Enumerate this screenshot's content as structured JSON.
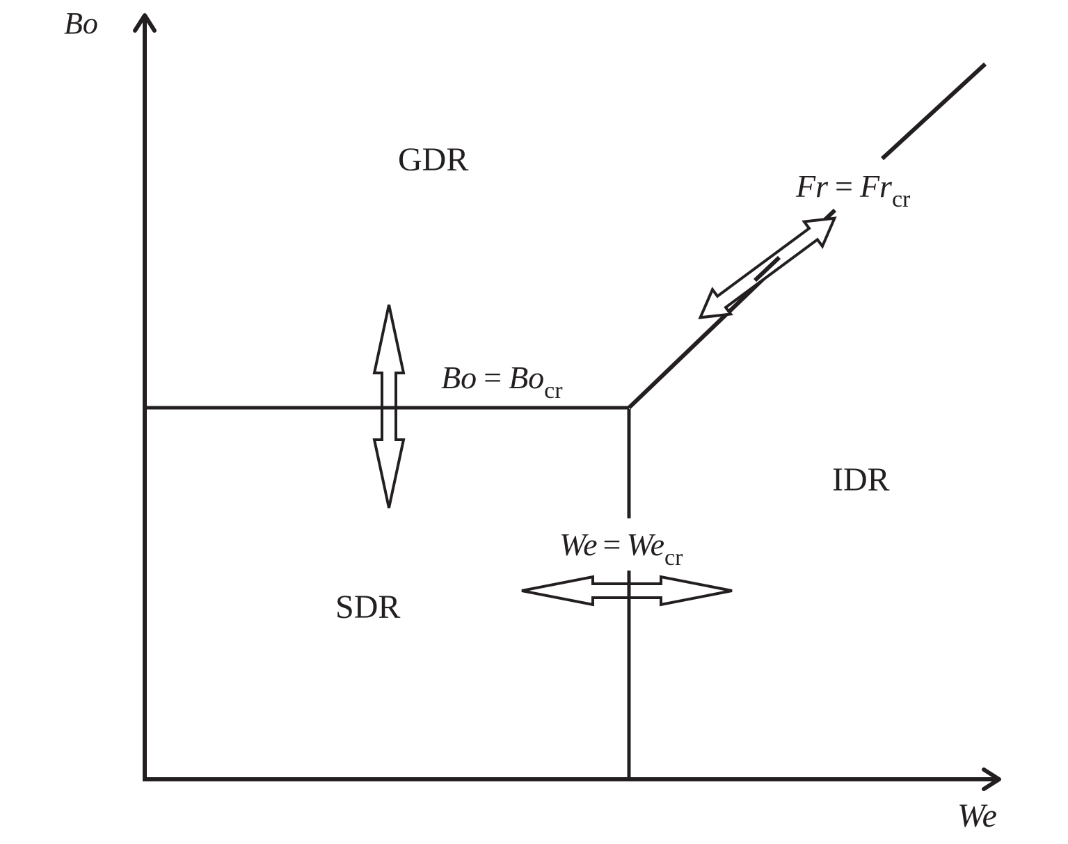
{
  "diagram": {
    "type": "regime-map",
    "colors": {
      "line": "#231f20",
      "background": "#ffffff"
    },
    "axes": {
      "x_label": "We",
      "y_label": "Bo"
    },
    "regions": [
      {
        "id": "gdr",
        "label": "GDR"
      },
      {
        "id": "idr",
        "label": "IDR"
      },
      {
        "id": "sdr",
        "label": "SDR"
      }
    ],
    "boundaries": {
      "bo": {
        "lhs": "Bo",
        "eq": "=",
        "rhs": "Bo",
        "sub": "cr"
      },
      "we": {
        "lhs": "We",
        "eq": "=",
        "rhs": "We",
        "sub": "cr"
      },
      "fr": {
        "lhs": "Fr",
        "eq": "=",
        "rhs": "Fr",
        "sub": "cr"
      }
    },
    "transition_arrows": [
      {
        "id": "bo-arrow",
        "direction": "vertical",
        "between": [
          "GDR",
          "SDR"
        ]
      },
      {
        "id": "we-arrow",
        "direction": "horizontal",
        "between": [
          "SDR",
          "IDR"
        ]
      },
      {
        "id": "fr-arrow",
        "direction": "diagonal",
        "between": [
          "GDR",
          "IDR"
        ]
      }
    ]
  }
}
